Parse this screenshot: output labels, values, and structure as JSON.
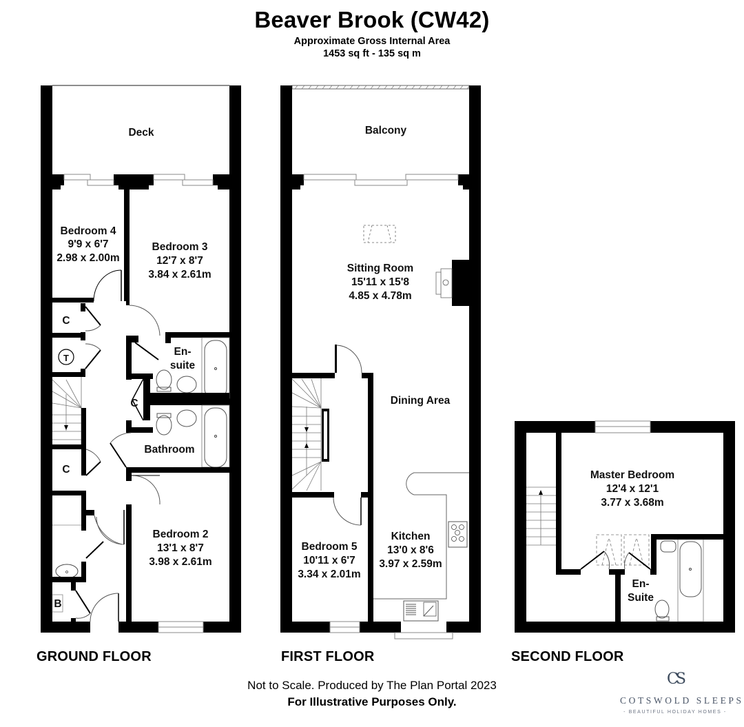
{
  "header": {
    "title": "Beaver Brook (CW42)",
    "subtitle": "Approximate Gross Internal Area",
    "area": "1453 sq ft - 135 sq m"
  },
  "floors": {
    "ground": {
      "label": "GROUND FLOOR",
      "rooms": [
        {
          "name": "Deck"
        },
        {
          "name": "Bedroom 4",
          "imperial": "9'9 x 6'7",
          "metric": "2.98 x 2.00m"
        },
        {
          "name": "Bedroom 3",
          "imperial": "12'7 x 8'7",
          "metric": "3.84 x 2.61m"
        },
        {
          "name": "En-",
          "name2": "suite"
        },
        {
          "name": "Bathroom"
        },
        {
          "name": "Bedroom 2",
          "imperial": "13'1 x 8'7",
          "metric": "3.98 x 2.61m"
        }
      ],
      "markers": {
        "cupboard": "C",
        "tank": "T",
        "boiler": "B"
      }
    },
    "first": {
      "label": "FIRST FLOOR",
      "rooms": [
        {
          "name": "Balcony"
        },
        {
          "name": "Sitting Room",
          "imperial": "15'11 x 15'8",
          "metric": "4.85 x 4.78m"
        },
        {
          "name": "Dining Area"
        },
        {
          "name": "Bedroom 5",
          "imperial": "10'11 x 6'7",
          "metric": "3.34 x 2.01m"
        },
        {
          "name": "Kitchen",
          "imperial": "13'0 x 8'6",
          "metric": "3.97 x 2.59m"
        }
      ]
    },
    "second": {
      "label": "SECOND FLOOR",
      "rooms": [
        {
          "name": "Master Bedroom",
          "imperial": "12'4 x 12'1",
          "metric": "3.77 x 3.68m"
        },
        {
          "name": "En-",
          "name2": "Suite"
        }
      ]
    }
  },
  "footer": {
    "note": "Not to Scale. Produced by The Plan Portal 2023",
    "disclaimer": "For Illustrative Purposes Only."
  },
  "logo": {
    "mark": "CS",
    "name": "COTSWOLD SLEEPS",
    "tagline": "- BEAUTIFUL HOLIDAY HOMES -"
  },
  "colors": {
    "wall": "#000000",
    "line": "#555555",
    "logo": "#3c4a5c"
  }
}
